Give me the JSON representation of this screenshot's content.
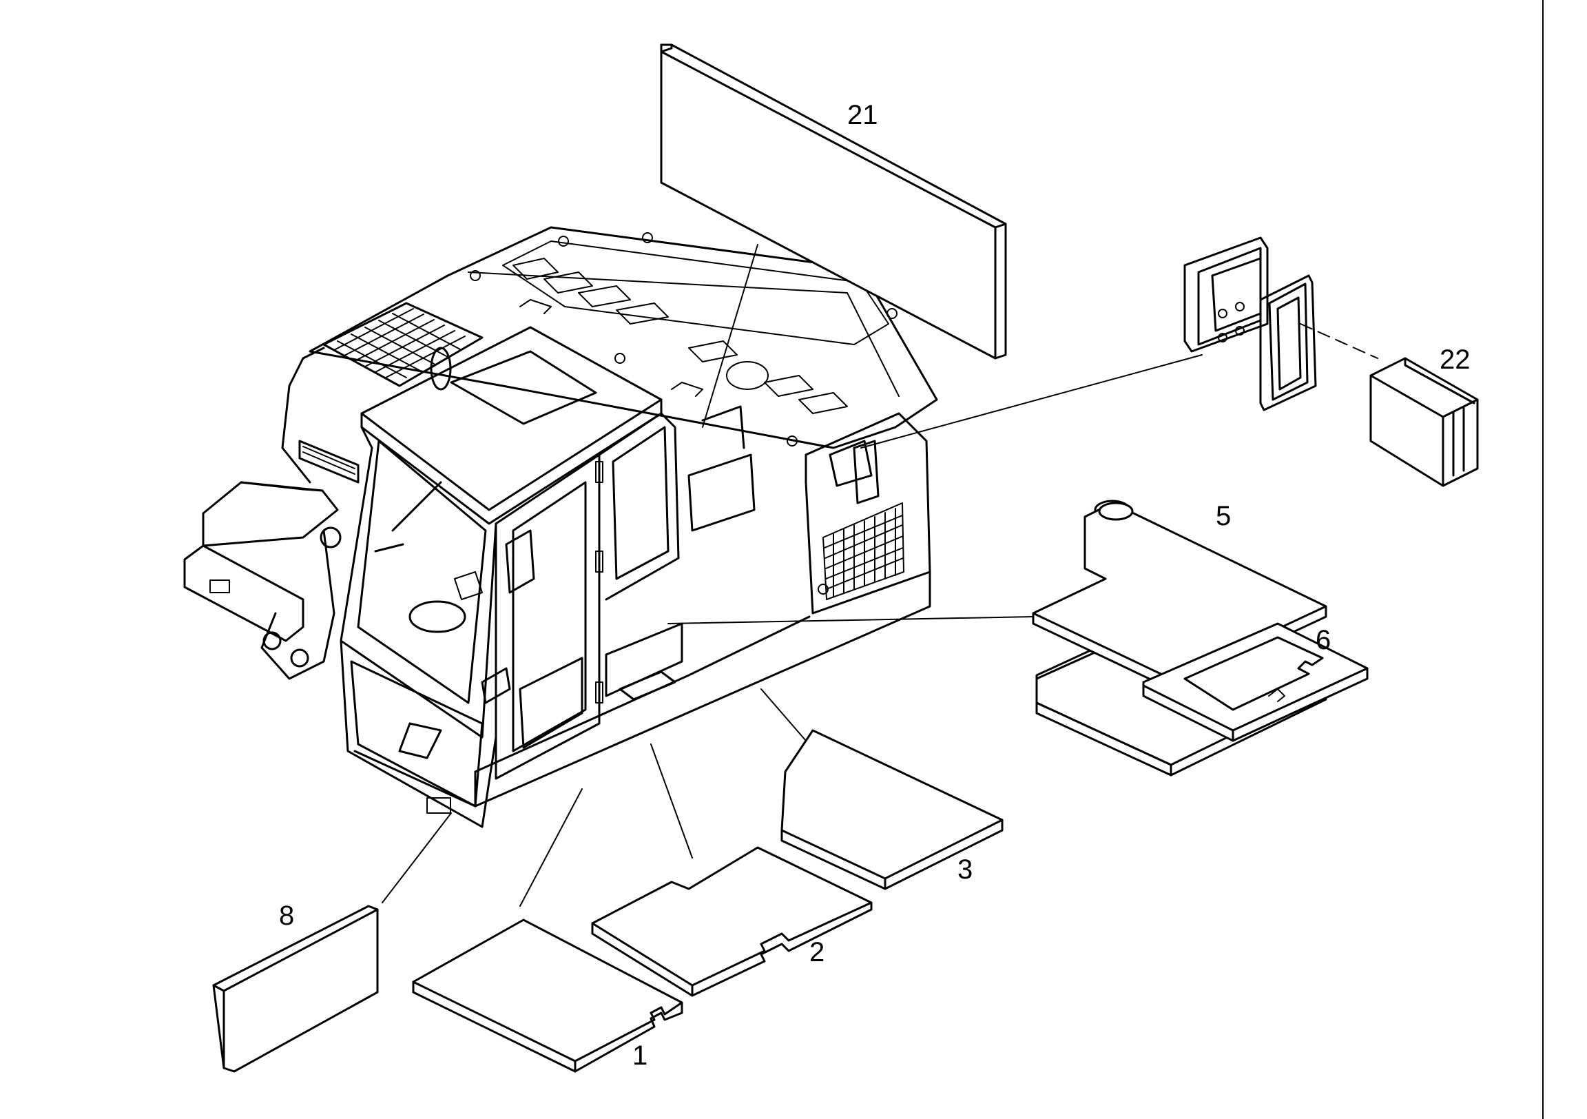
{
  "callouts": {
    "p1": "1",
    "p2": "2",
    "p3": "3",
    "p5": "5",
    "p6": "6",
    "p8": "8",
    "p21": "21",
    "p22": "22"
  }
}
